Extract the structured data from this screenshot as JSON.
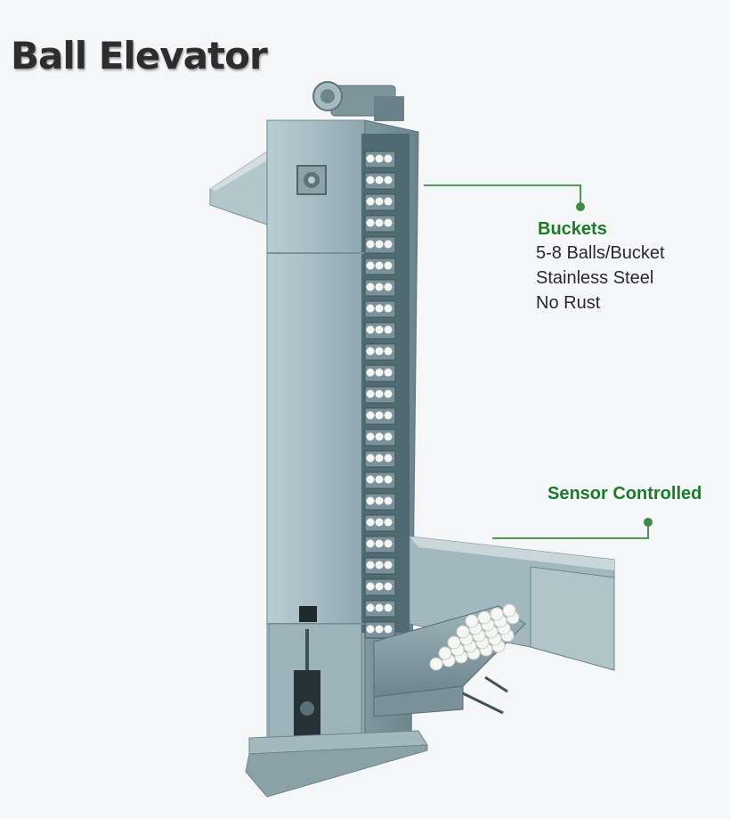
{
  "title": "Ball Elevator",
  "colors": {
    "accent_green": "#1c7a2c",
    "callout_line": "#4a9a4f",
    "steel": "#9fb7bf",
    "background": "#f5f6f7"
  },
  "callouts": {
    "buckets": {
      "heading": "Buckets",
      "lines": [
        "5-8 Balls/Bucket",
        "Stainless Steel",
        "No Rust"
      ]
    },
    "sensor": {
      "heading": "Sensor Controlled"
    }
  },
  "image": {
    "subject": "ball-elevator-machine",
    "icons": [
      "motor-icon",
      "bearing-icon",
      "golf-ball-icon"
    ]
  }
}
